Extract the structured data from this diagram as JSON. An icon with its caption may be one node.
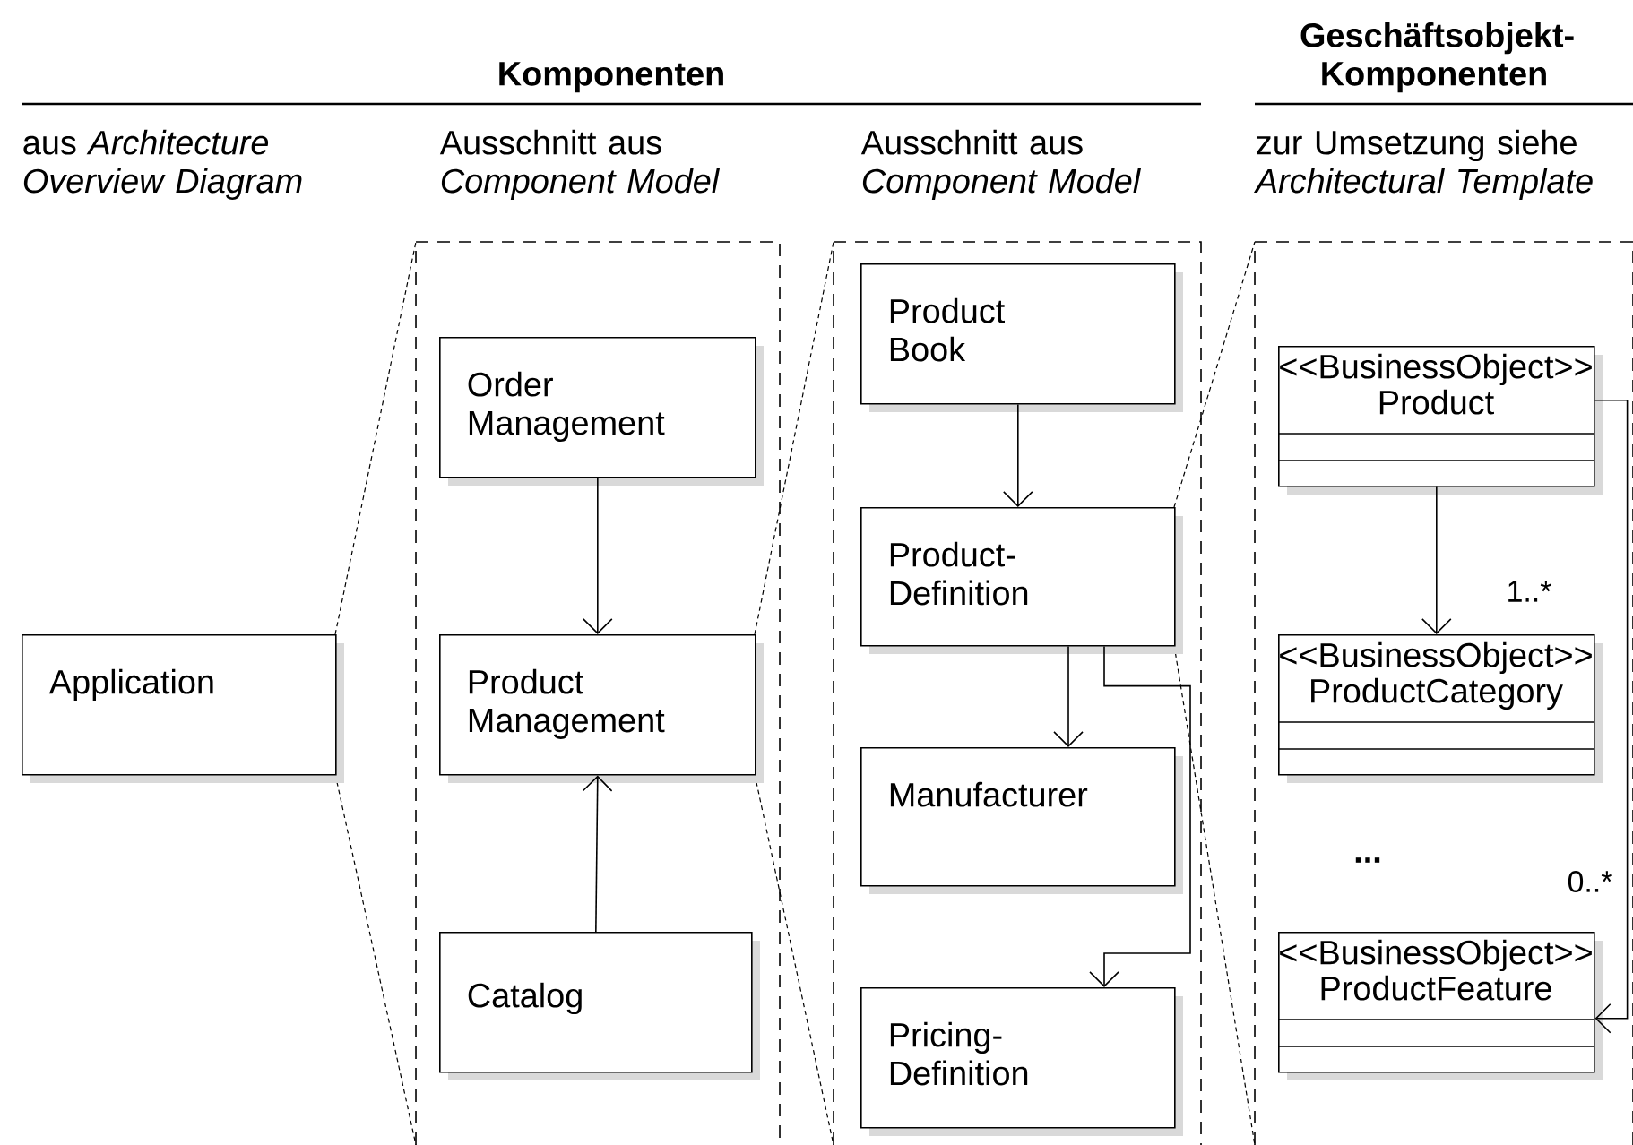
{
  "diagram": {
    "nodes": [
      {
        "text": [
          "Application"
        ]
      },
      {
        "text": [
          "Order Management"
        ]
      },
      {
        "text": [
          "Product Management"
        ]
      },
      {
        "text": [
          "Catalog"
        ]
      },
      {
        "text": [
          "Product Book"
        ]
      },
      {
        "text": [
          "Product-Definition"
        ]
      },
      {
        "text": [
          "Manufacturer"
        ]
      },
      {
        "text": [
          "Pricing-Definition"
        ]
      },
      {
        "text": [
          "<<BusinessObject>>",
          "Product"
        ]
      },
      {
        "text": [
          "<<BusinessObject>>",
          "ProductCategory"
        ]
      },
      {
        "text": [
          "<<BusinessObject>>",
          "ProductFeature"
        ]
      }
    ],
    "edges": [
      {
        "from": 1,
        "to": 2,
        "arrow": "to"
      },
      {
        "from": 3,
        "to": 2,
        "arrow": "to"
      },
      {
        "from": 4,
        "to": 5,
        "arrow": "to"
      },
      {
        "from": 5,
        "to": 6,
        "arrow": "to"
      },
      {
        "from": 5,
        "to": 7,
        "arrow": "to"
      },
      {
        "from": 8,
        "to": 9,
        "arrow": "to",
        "label": "1..*"
      },
      {
        "from": 8,
        "to": 10,
        "arrow": "to",
        "label": "0..*"
      }
    ],
    "labels": [
      "Komponenten",
      "Geschäftsobjekt- Komponenten",
      "aus *Architecture Overview Diagram*",
      "Ausschnitt aus *Component Model*",
      "Ausschnitt aus *Component Model*",
      "zur Umsetzung siehe *Architectural Template*",
      "..."
    ]
  }
}
